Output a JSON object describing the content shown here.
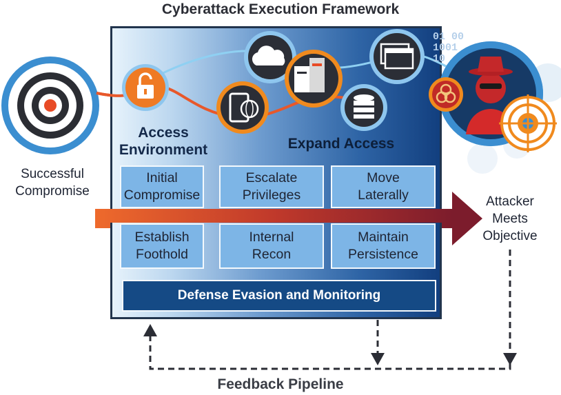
{
  "title": "Cyberattack Execution Framework",
  "left_label": "Successful\nCompromise",
  "right_label": "Attacker\nMeets\nObjective",
  "access_environment": "Access\nEnvironment",
  "expand_access": "Expand Access",
  "stages": [
    {
      "label": "Initial\nCompromise"
    },
    {
      "label": "Escalate\nPrivileges"
    },
    {
      "label": "Move\nLaterally"
    },
    {
      "label": "Establish\nFoothold"
    },
    {
      "label": "Internal\nRecon"
    },
    {
      "label": "Maintain\nPersistence"
    }
  ],
  "defense": "Defense Evasion and Monitoring",
  "feedback": "Feedback Pipeline",
  "binary_text": "01 00\n1001\n10",
  "icons": [
    "target-icon",
    "padlock-icon",
    "mobile-globe-icon",
    "cloud-icon",
    "server-icon",
    "database-icon",
    "windows-icon",
    "hacker-icon",
    "biohazard-icon",
    "crosshair-icon"
  ],
  "colors": {
    "arrow_start": "#e8522a",
    "arrow_end": "#7c1c2c",
    "frame": "#21344d",
    "box": "#7db5e6",
    "defense": "#154a85"
  }
}
